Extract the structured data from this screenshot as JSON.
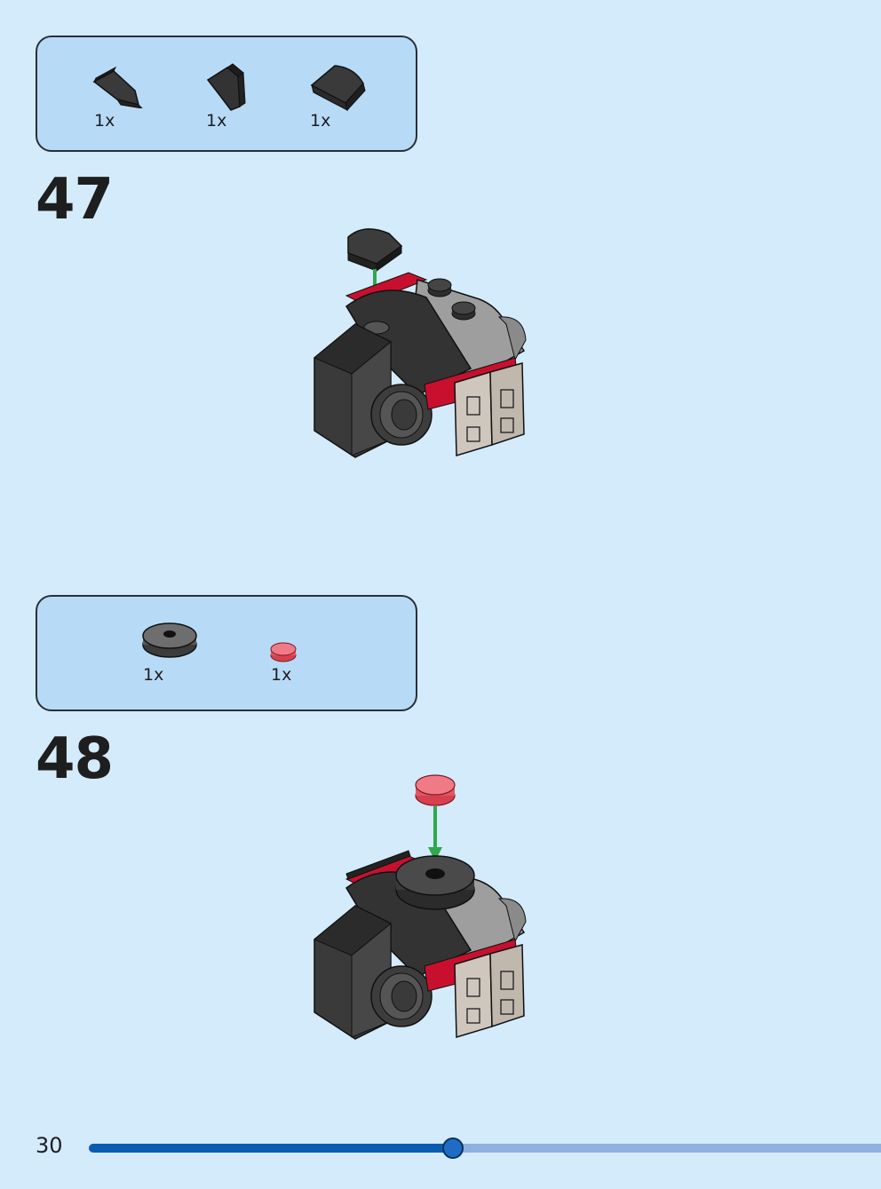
{
  "steps": [
    {
      "number": "47",
      "parts": [
        {
          "icon": "black-wedge-plate-icon",
          "qty": "1x"
        },
        {
          "icon": "black-wedge-plate-icon",
          "qty": "1x"
        },
        {
          "icon": "black-curved-slope-icon",
          "qty": "1x"
        }
      ],
      "model": "assembly-step-47"
    },
    {
      "number": "48",
      "parts": [
        {
          "icon": "gray-round-tile-icon",
          "qty": "1x"
        },
        {
          "icon": "trans-red-round-plate-icon",
          "qty": "1x"
        }
      ],
      "model": "assembly-step-48"
    }
  ],
  "footer": {
    "page_number": "30",
    "progress_fraction": 0.46
  },
  "colors": {
    "page_bg": "#d4ebfb",
    "parts_box_bg": "#b7dbf7",
    "progress_fill": "#0a5cb0",
    "progress_track": "#8eb1df",
    "arrow_green": "#2fa84f",
    "accent_red": "#c8102e"
  }
}
